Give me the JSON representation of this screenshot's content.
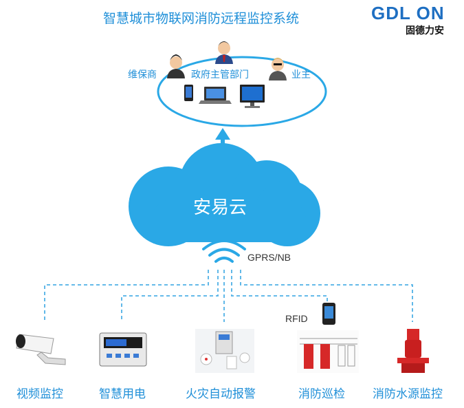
{
  "title": "智慧城市物联网消防远程监控系统",
  "logo": {
    "brand": "GDL ON",
    "sub": "固德力安"
  },
  "roles": [
    "维保商",
    "政府主管部门",
    "业主"
  ],
  "cloud": {
    "label": "安易云"
  },
  "network": {
    "label": "GPRS/NB"
  },
  "rfid": {
    "label": "RFID"
  },
  "devices": [
    "视频监控",
    "智慧用电",
    "火灾自动报警",
    "消防巡检",
    "消防水源监控"
  ],
  "colors": {
    "accent": "#1f8fd8",
    "cloud": "#2aa8e6",
    "dashed": "#4fb0e6"
  }
}
